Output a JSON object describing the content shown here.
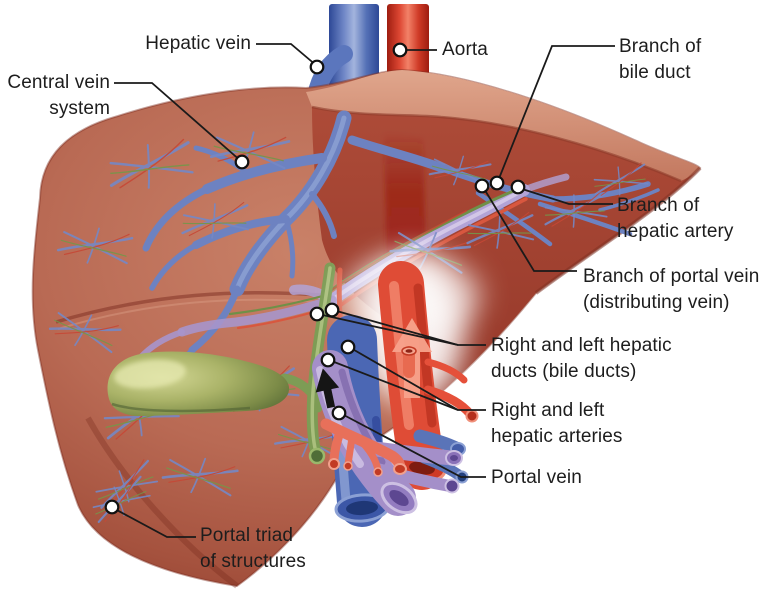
{
  "figure": {
    "type": "anatomical-diagram",
    "subject": "Liver: hepatic circulation and bile drainage",
    "labels": [
      {
        "id": "hepatic-vein",
        "lines": [
          "Hepatic vein"
        ]
      },
      {
        "id": "central-vein-system",
        "lines": [
          "Central vein",
          "system"
        ]
      },
      {
        "id": "aorta",
        "lines": [
          "Aorta"
        ]
      },
      {
        "id": "branch-of-bile-duct",
        "lines": [
          "Branch of",
          "bile duct"
        ]
      },
      {
        "id": "branch-of-hepatic-artery",
        "lines": [
          "Branch of",
          "hepatic artery"
        ]
      },
      {
        "id": "branch-of-portal-vein",
        "lines": [
          "Branch of portal vein",
          "(distributing vein)"
        ]
      },
      {
        "id": "right-left-hepatic-ducts",
        "lines": [
          "Right and left hepatic",
          "ducts (bile ducts)"
        ]
      },
      {
        "id": "right-left-hepatic-arteries",
        "lines": [
          "Right and left",
          "hepatic arteries"
        ]
      },
      {
        "id": "portal-vein",
        "lines": [
          "Portal vein"
        ]
      },
      {
        "id": "portal-triad",
        "lines": [
          "Portal triad",
          "of structures"
        ]
      }
    ],
    "colors": {
      "background": "#ffffff",
      "label_text": "#1d1d1d",
      "leader_line": "#1a1a1a",
      "marker_fill": "#ffffff",
      "liver_light": "#c98168",
      "liver_dark": "#8f3d2c",
      "cut_surface": "#a14130",
      "dome_highlight": "#e2a98f",
      "hepatic_vein_blue": "#6d82c1",
      "ivc_blue": "#4b67b4",
      "aorta_red": "#df4c36",
      "portal_purple": "#a48fc9",
      "artery_salmon": "#e8705a",
      "bile_duct_green": "#7d9c55",
      "gallbladder_green": "#aab368",
      "flow_arrow": "#151515"
    }
  }
}
